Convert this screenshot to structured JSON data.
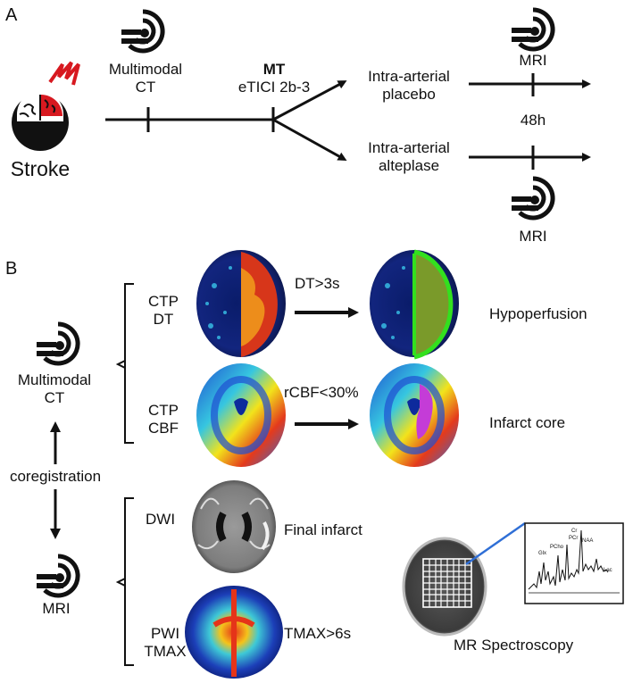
{
  "panelA": {
    "label": "A",
    "stroke_label": "Stroke",
    "multimodal_ct": [
      "Multimodal",
      "CT"
    ],
    "mt_title": "MT",
    "mt_sub": "eTICI 2b-3",
    "placebo": [
      "Intra-arterial",
      "placebo"
    ],
    "alteplase": [
      "Intra-arterial",
      "alteplase"
    ],
    "mri_top": "MRI",
    "mri_bottom": "MRI",
    "time": "48h"
  },
  "panelB": {
    "label": "B",
    "multimodal_ct": [
      "Multimodal",
      "CT"
    ],
    "coregistration": "coregistration",
    "mri": "MRI",
    "ctp_dt": [
      "CTP",
      "DT"
    ],
    "ctp_cbf": [
      "CTP",
      "CBF"
    ],
    "dt_threshold": "DT>3s",
    "cbf_threshold": "rCBF<30%",
    "hypoperfusion": "Hypoperfusion",
    "infarct_core": "Infarct core",
    "dwi": "DWI",
    "final_infarct": "Final infarct",
    "pwi_tmax": [
      "PWI",
      "TMAX"
    ],
    "tmax_threshold": "TMAX>6s",
    "mr_spectroscopy": "MR Spectroscopy",
    "spectrum_peaks": [
      "Cr",
      "PCr",
      "NAA",
      "PCho",
      "Glx",
      "Lac"
    ]
  },
  "colors": {
    "stroke_red": "#d71920",
    "line": "#111111",
    "roi_blue": "#2f6fd6",
    "grid": "#ffffff"
  }
}
